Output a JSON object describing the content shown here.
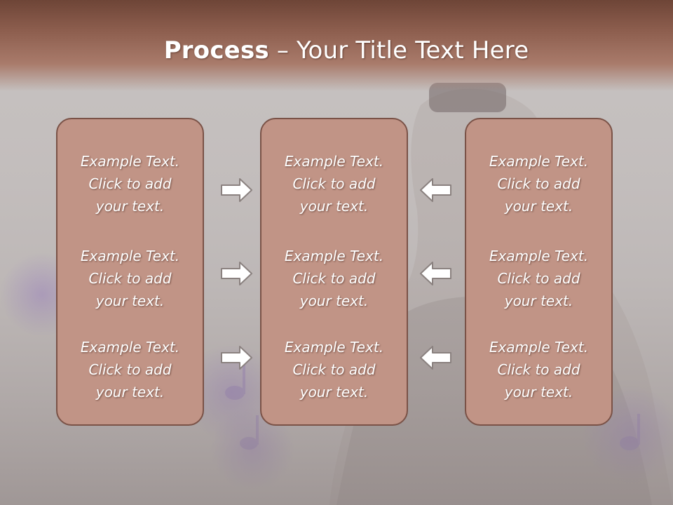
{
  "slide": {
    "title_bold": "Process",
    "title_rest": " – Your Title Text Here",
    "colors": {
      "box_fill": "#c19486",
      "box_border": "#7a5247",
      "title_band": "#8e5f4f",
      "text": "#ffffff"
    },
    "columns": [
      {
        "items": [
          [
            "Example Text.",
            "Click  to add",
            "your text."
          ],
          [
            "Example Text.",
            "Click  to add",
            "your text."
          ],
          [
            "Example Text.",
            "Click  to add",
            "your text."
          ]
        ]
      },
      {
        "items": [
          [
            "Example Text.",
            "Click  to add",
            "your text."
          ],
          [
            "Example Text.",
            "Click  to add",
            "your text."
          ],
          [
            "Example Text.",
            "Click  to add",
            "your text."
          ]
        ]
      },
      {
        "items": [
          [
            "Example Text.",
            "Click  to add",
            "your text."
          ],
          [
            "Example Text.",
            "Click  to add",
            "your text."
          ],
          [
            "Example Text.",
            "Click  to add",
            "your text."
          ]
        ]
      }
    ],
    "arrows": {
      "left_group": "right-arrow-icon",
      "right_group": "left-arrow-icon"
    }
  }
}
